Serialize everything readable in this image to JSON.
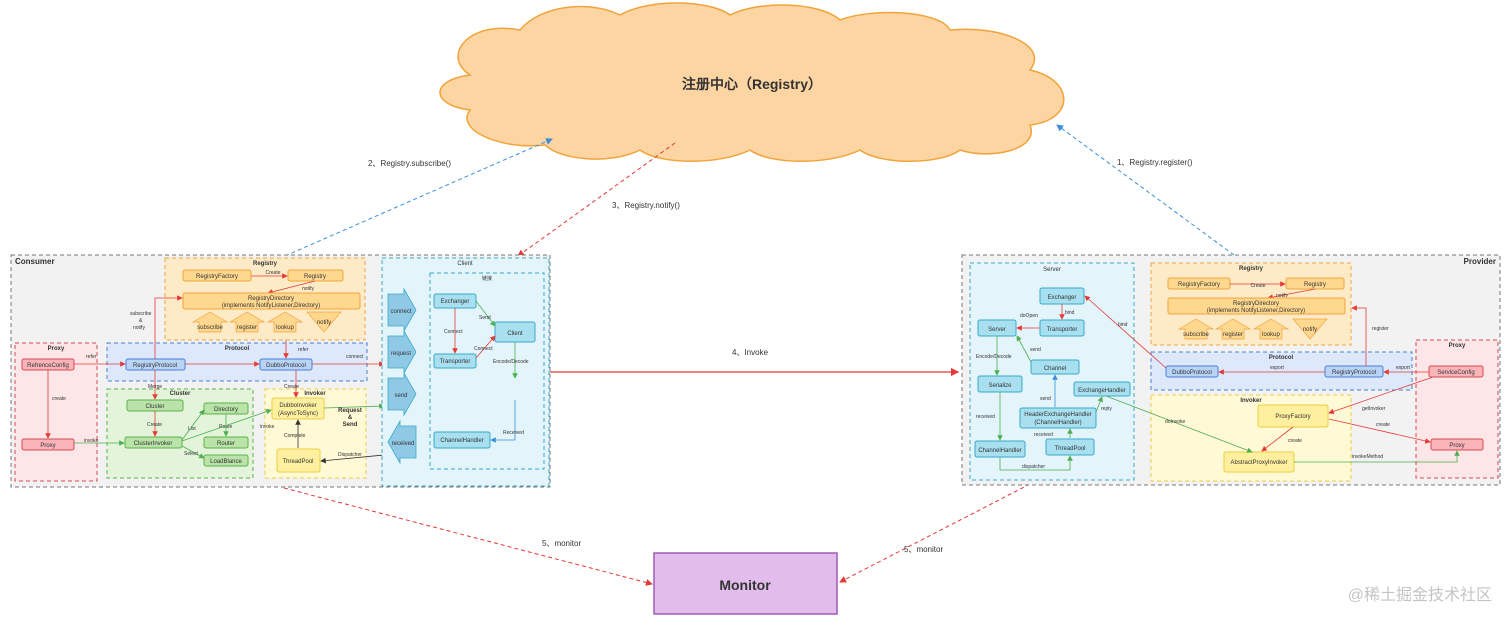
{
  "registry": {
    "title": "注册中心（Registry）"
  },
  "monitor": {
    "title": "Monitor"
  },
  "watermark": "@稀土掘金技术社区",
  "flows": {
    "subscribe": "2、Registry.subscribe()",
    "notify": "3、Registry.notify()",
    "register": "1、Registry.register()",
    "invoke": "4、Invoke",
    "monitor_left": "5、monitor",
    "monitor_right": "5、monitor"
  },
  "consumer": {
    "title": "Consumer",
    "proxy": {
      "title": "Proxy",
      "reference_config": "RefrenceConfig",
      "proxy": "Proxy",
      "create": "create",
      "refer": "refer",
      "invoke": "invoke"
    },
    "registry": {
      "title": "Registry",
      "factory": "RegistryFactory",
      "registry": "Registry",
      "create": "Create",
      "notify_label": "notify",
      "directory_line1": "RegistryDirectory",
      "directory_line2": "(implements NotifyListener,Directory)",
      "subscribe": "subscribe",
      "register": "register",
      "lookup": "lookup",
      "notify": "notify"
    },
    "protocol": {
      "title": "Protocol",
      "registry_protocol": "RegistryProtocol",
      "dubbo_protocol": "DubboProtocol",
      "refer": "refer",
      "connect": "connect",
      "subscribe_notify": [
        "subscribe",
        "&",
        "notify"
      ]
    },
    "cluster": {
      "title": "Cluster",
      "merge": "Merge",
      "cluster": "Cluster",
      "create": "Create",
      "cluster_invoker": "ClusterInvoker",
      "directory": "Directory",
      "router": "Router",
      "load_balance": "LoadBlance",
      "list": "List",
      "route": "Route",
      "select": "Select"
    },
    "invoker": {
      "title": "Invoker",
      "create": "Create",
      "dubbo_invoker_line1": "DubboInvoker",
      "dubbo_invoker_line2": "(AsyncToSync)",
      "complete": "Complete",
      "thread_pool": "ThreadPool",
      "invoke": "invoke",
      "dispatcher": "Dispatcher",
      "request_send": [
        "Request",
        "&",
        "Send"
      ]
    },
    "client": {
      "title": "Client",
      "inner_title": "链接",
      "exchanger": "Exchanger",
      "transporter": "Transporter",
      "client": "Client",
      "channel_handler": "ChannelHandler",
      "connect1": "Connect",
      "connect2": "Connect",
      "send": "Send",
      "encode_decode": "Encode/Decode",
      "received": "Received",
      "arrows": [
        "connect",
        "request",
        "send",
        "received"
      ]
    }
  },
  "provider": {
    "title": "Provider",
    "server": {
      "title": "Server",
      "exchanger": "Exchanger",
      "transporter": "Transporter",
      "server": "Server",
      "channel": "Channel",
      "serialize": "Serialize",
      "exchange_handler": "ExchangeHandler",
      "header_handler_line1": "HeaderExchangeHandler",
      "header_handler_line2": "(ChannelHandler)",
      "channel_handler": "ChannelHandler",
      "thread_pool": "ThreadPool",
      "bind": "bind",
      "do_open": "doOpen",
      "encode_decode": "Encode/Decode",
      "send": "send",
      "send2": "send",
      "received": "received",
      "received2": "received",
      "reply": "reply",
      "dispatcher": "dispatcher"
    },
    "registry": {
      "title": "Registry",
      "factory": "RegistryFactory",
      "registry": "Registry",
      "create": "Create",
      "notify_label": "notify",
      "directory_line1": "RegistryDirectory",
      "directory_line2": "(implements NotifyListener,Directory)",
      "subscribe": "subscribe",
      "register": "register",
      "lookup": "lookup",
      "notify": "notify"
    },
    "protocol": {
      "title": "Protocol",
      "dubbo_protocol": "DubboProtocol",
      "registry_protocol": "RegistryProtocol",
      "export": "export",
      "export2": "export",
      "bind": "bind",
      "register": "register"
    },
    "invoker": {
      "title": "Invoker",
      "proxy_factory": "ProxyFactory",
      "abstract_proxy_invoker": "AbstractProxyInvoker",
      "create": "create",
      "do_invoke": "doInvoke"
    },
    "proxy": {
      "title": "Proxy",
      "service_config": "ServiceConfig",
      "proxy": "Proxy",
      "get_invoker": "getInvoker",
      "create": "create",
      "invoke_method": "invokeMethod"
    }
  },
  "colors": {
    "cloud": "#FDD5A2",
    "registry_fill": "#FDEBC8",
    "registry_stroke": "#F2A33A",
    "protocol_fill": "#DDE9FB",
    "protocol_stroke": "#4A7FD6",
    "cluster_fill": "#E3F4DA",
    "cluster_stroke": "#5CB048",
    "invoker_fill": "#FFF9D6",
    "invoker_stroke": "#E8CE40",
    "client_fill": "#E3F5FA",
    "client_stroke": "#3BA9C9",
    "proxy_fill": "#FDE6E8",
    "proxy_stroke": "#D84A52",
    "monitor_fill": "#E2BCEB",
    "monitor_stroke": "#A05CB5",
    "red_line": "#E53935",
    "blue_line": "#3B8FD6",
    "green_line": "#4CAF50"
  }
}
